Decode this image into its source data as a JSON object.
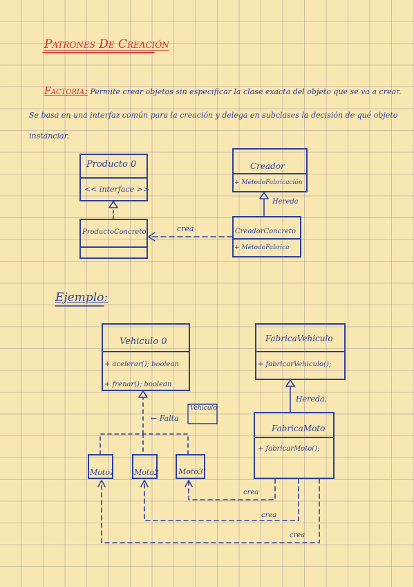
{
  "title": "Patrones De Creación",
  "factoria": {
    "keyword": "Factoria:",
    "line1": "Permite crear objetos sin especificar la clase exacta del objeto que se va a crear.",
    "line2": "Se basa en una interfaz común para la creación y delega en subclases la decisión de qué objeto",
    "line3": "instanciar."
  },
  "diagram1": {
    "producto": {
      "name": "Producto 0",
      "stereotype": "<< interface >>"
    },
    "creador": {
      "name": "Creador",
      "method": "+ MétodoFabricación"
    },
    "producto_concreto": {
      "name": "ProductoConcreto"
    },
    "creador_concreto": {
      "name": "CreadorConcreto",
      "method": "+ MétodoFabrica"
    },
    "hereda_label": "Hereda",
    "crea_label": "crea"
  },
  "ejemplo": {
    "heading": "Ejemplo:",
    "vehiculo": {
      "name": "Vehiculo 0",
      "methods": [
        "+ acelerar(); boolean",
        "+ frenar(); boolean"
      ]
    },
    "fabrica_vehiculo": {
      "name": "FabricaVehiculo",
      "method": "+ fabricarVehiculo();"
    },
    "fabrica_moto": {
      "name": "FabricaMoto",
      "method": "+ fabricarMoto();"
    },
    "falta_label": "← Falta",
    "vehiculo_note": "Vehiculo",
    "hereda_label": "Hereda.",
    "motos": [
      "Moto1",
      "Moto2",
      "Moto3"
    ],
    "crea_labels": [
      "crea",
      "crea",
      "crea"
    ]
  },
  "colors": {
    "ink": "#2c3f9c",
    "red": "#d9262e",
    "paper": "#f9e7b2",
    "grid": "#9f96a0"
  }
}
